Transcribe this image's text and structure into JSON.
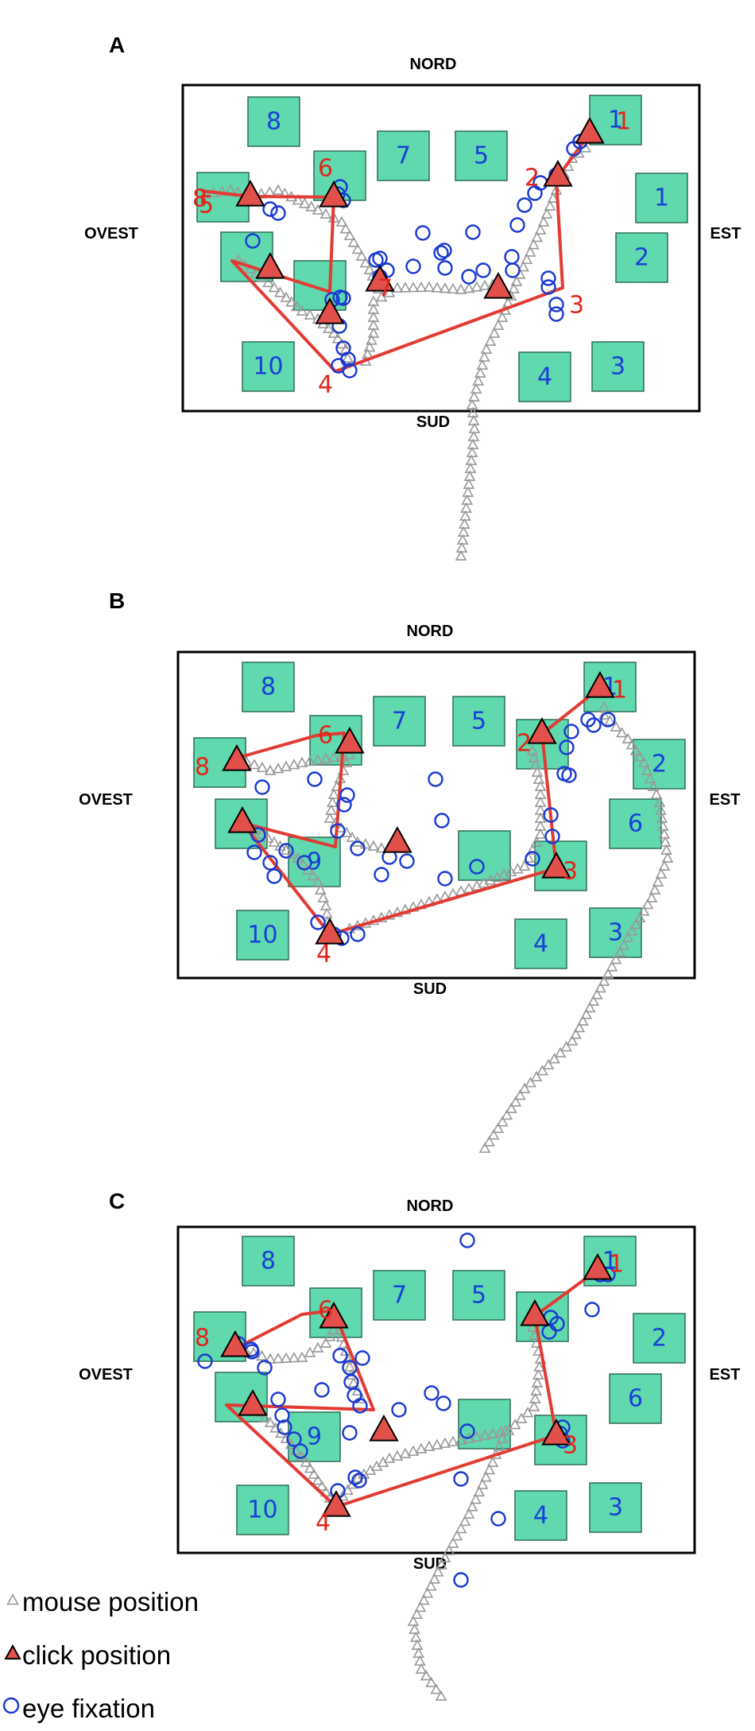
{
  "compass": {
    "north": "NORD",
    "south": "SUD",
    "west": "OVEST",
    "east": "EST"
  },
  "panels": [
    {
      "letter": "A",
      "boxes": [
        "8",
        "7",
        "5",
        "1",
        "1",
        "2",
        "10",
        "4",
        "3",
        "",
        "",
        "",
        ""
      ],
      "route_labels": [
        "1",
        "2",
        "3",
        "4",
        "5",
        "6",
        "7",
        "8"
      ]
    },
    {
      "letter": "B",
      "boxes": [
        "8",
        "7",
        "5",
        "1",
        "2",
        "6",
        "10",
        "4",
        "3",
        "9",
        "",
        "",
        "",
        "",
        ""
      ],
      "route_labels": [
        "1",
        "2",
        "3",
        "4",
        "6",
        "8"
      ]
    },
    {
      "letter": "C",
      "boxes": [
        "8",
        "7",
        "5",
        "1",
        "2",
        "6",
        "10",
        "4",
        "3",
        "9",
        "",
        "",
        "",
        "",
        ""
      ],
      "route_labels": [
        "1",
        "3",
        "4",
        "6",
        "8"
      ]
    }
  ],
  "legend": {
    "mouse": "mouse position",
    "click": "click position",
    "eye": "eye fixation"
  },
  "colors": {
    "box": "#5fd9ad",
    "route": "#e23b33",
    "fixation": "#1a3ad2",
    "mouse": "#9a9a9a"
  }
}
